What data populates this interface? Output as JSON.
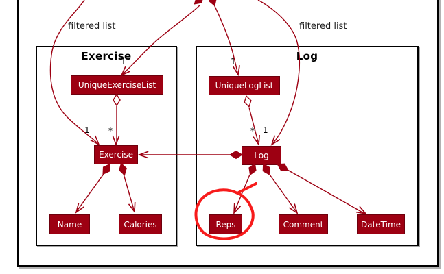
{
  "packages": {
    "exercise": {
      "title": "Exercise"
    },
    "log": {
      "title": "Log"
    }
  },
  "classes": {
    "unique_exercise_list": {
      "label": "UniqueExerciseList"
    },
    "unique_log_list": {
      "label": "UniqueLogList"
    },
    "exercise": {
      "label": "Exercise"
    },
    "log": {
      "label": "Log"
    },
    "name": {
      "label": "Name"
    },
    "calories": {
      "label": "Calories"
    },
    "reps": {
      "label": "Reps"
    },
    "comment": {
      "label": "Comment"
    },
    "date_time": {
      "label": "DateTime"
    }
  },
  "edge_labels": {
    "filtered_list_left": "filtered list",
    "filtered_list_right": "filtered list"
  },
  "multiplicities": {
    "unique_exercise_list_one": "1",
    "unique_log_list_one": "1",
    "exercise_one": "1",
    "exercise_many": "*",
    "log_many": "*",
    "log_one": "1"
  },
  "colors": {
    "class_fill": "#9D0012",
    "class_text": "#FFFFFF",
    "line_color": "#9D0012",
    "package_border": "#000000",
    "highlight_color": "#F71B1B",
    "background": "#FFFFFF"
  }
}
